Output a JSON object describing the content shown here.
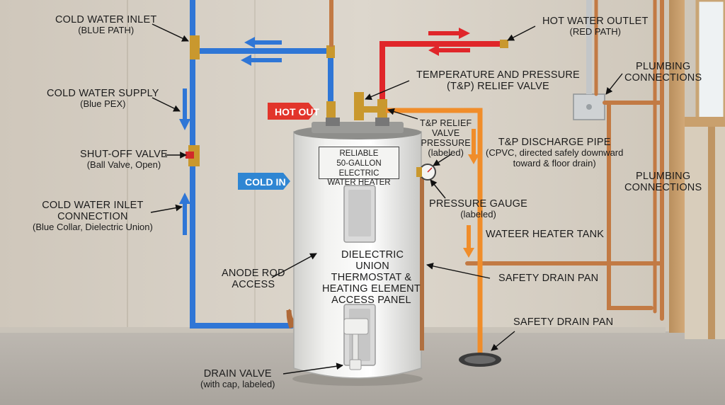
{
  "colors": {
    "cold": "#2f76d6",
    "hot": "#e0262a",
    "copper": "#c27a44",
    "orange": "#f08d2a",
    "tag_red": "#e2352b",
    "tag_blue": "#2f86d3"
  },
  "tank_plate": [
    "RELIABLE",
    "50-GALLON ELECTRIC",
    "WATER HEATER"
  ],
  "tags": {
    "hot_out": "HOT OUT",
    "cold_in": "COLD IN"
  },
  "labels": {
    "cold_inlet": {
      "title": "COLD WATER INLET",
      "sub": "(BLUE PATH)"
    },
    "cold_supply": {
      "title": "COLD WATER SUPPLY",
      "sub": "(Blue PEX)"
    },
    "shutoff": {
      "title": "SHUT-OFF VALVE",
      "sub": "(Ball Valve, Open)"
    },
    "inlet_conn": {
      "title": "COLD WATER INLET",
      "title2": "CONNECTION",
      "sub": "(Blue Collar, Dielectric Union)"
    },
    "anode": {
      "title": "ANODE ROD",
      "title2": "ACCESS"
    },
    "dielectric": {
      "title": "DIELECTRIC",
      "title2": "UNION"
    },
    "thermostat": {
      "title": "THERMOSTAT &",
      "title2": "HEATING ELEMENT",
      "title3": "ACCESS PANEL"
    },
    "drain_valve": {
      "title": "DRAIN VALVE",
      "sub": "(with cap, labeled)"
    },
    "hot_outlet": {
      "title": "HOT WATER OUTLET",
      "sub": "(RED PATH)"
    },
    "tp_relief": {
      "title": "TEMPERATURE AND PRESSURE",
      "title2": "(T&P) RELIEF VALVE"
    },
    "tp_small": {
      "title": "T&P RELIEF",
      "title2": "VALVE",
      "title3": "PRESSURE",
      "sub": "(labeled)"
    },
    "tp_discharge": {
      "title": "T&P DISCHARGE PIPE",
      "sub": "(CPVC, directed safely downward",
      "sub2": "toward  & floor drain)"
    },
    "gauge": {
      "title": "PRESSURE GAUGE",
      "sub": "(labeled)"
    },
    "tank": {
      "title": "WATEER HEATER TANK"
    },
    "drain_pan": {
      "title": "SAFETY DRAIN PAN"
    },
    "drain_pan2": {
      "title": "SAFETY DRAIN PAN"
    },
    "plumbing1": {
      "title": "PLUMBING",
      "title2": "CONNECTIONS"
    },
    "plumbing2": {
      "title": "PLUMBING",
      "title2": "CONNECTIONS"
    }
  }
}
